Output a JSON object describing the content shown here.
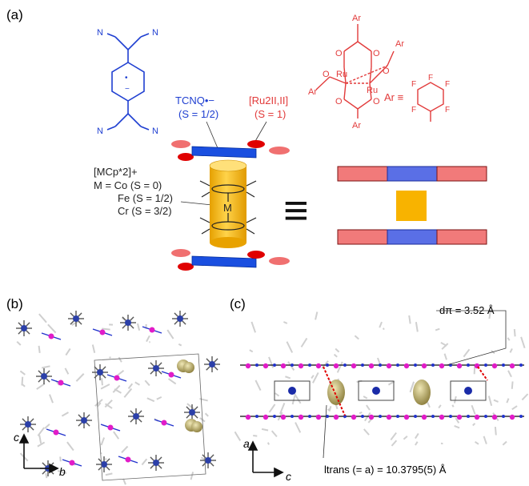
{
  "panel_a": {
    "label": "(a)",
    "tcnq": {
      "cn": "N",
      "dot": "•",
      "minus": "−",
      "name": "TCNQ•−",
      "spin": "(S = 1/2)"
    },
    "ru": {
      "name": "[Ru2II,II]",
      "spin": "(S = 1)",
      "ar": "Ar",
      "o": "O",
      "ru": "Ru",
      "f": "F",
      "ar_def": "Ar ≡"
    },
    "cation": {
      "formula": "[MCp*2]+",
      "line_co": "M  = Co (S = 0)",
      "line_fe": "Fe (S = 1/2)",
      "line_cr": "Cr (S = 3/2)",
      "metal": "M"
    },
    "equiv": "≡",
    "colors": {
      "tcnq": "#1f3fd1",
      "ru": "#e23b3b",
      "cation": "#f5b400"
    }
  },
  "panel_b": {
    "label": "(b)",
    "axis_c": "c",
    "axis_b": "b"
  },
  "panel_c": {
    "label": "(c)",
    "dpi": "dπ = 3.52 Å",
    "ltrans": "ltrans (= a) = 10.3795(5) Å",
    "axis_a": "a",
    "axis_c": "c"
  }
}
